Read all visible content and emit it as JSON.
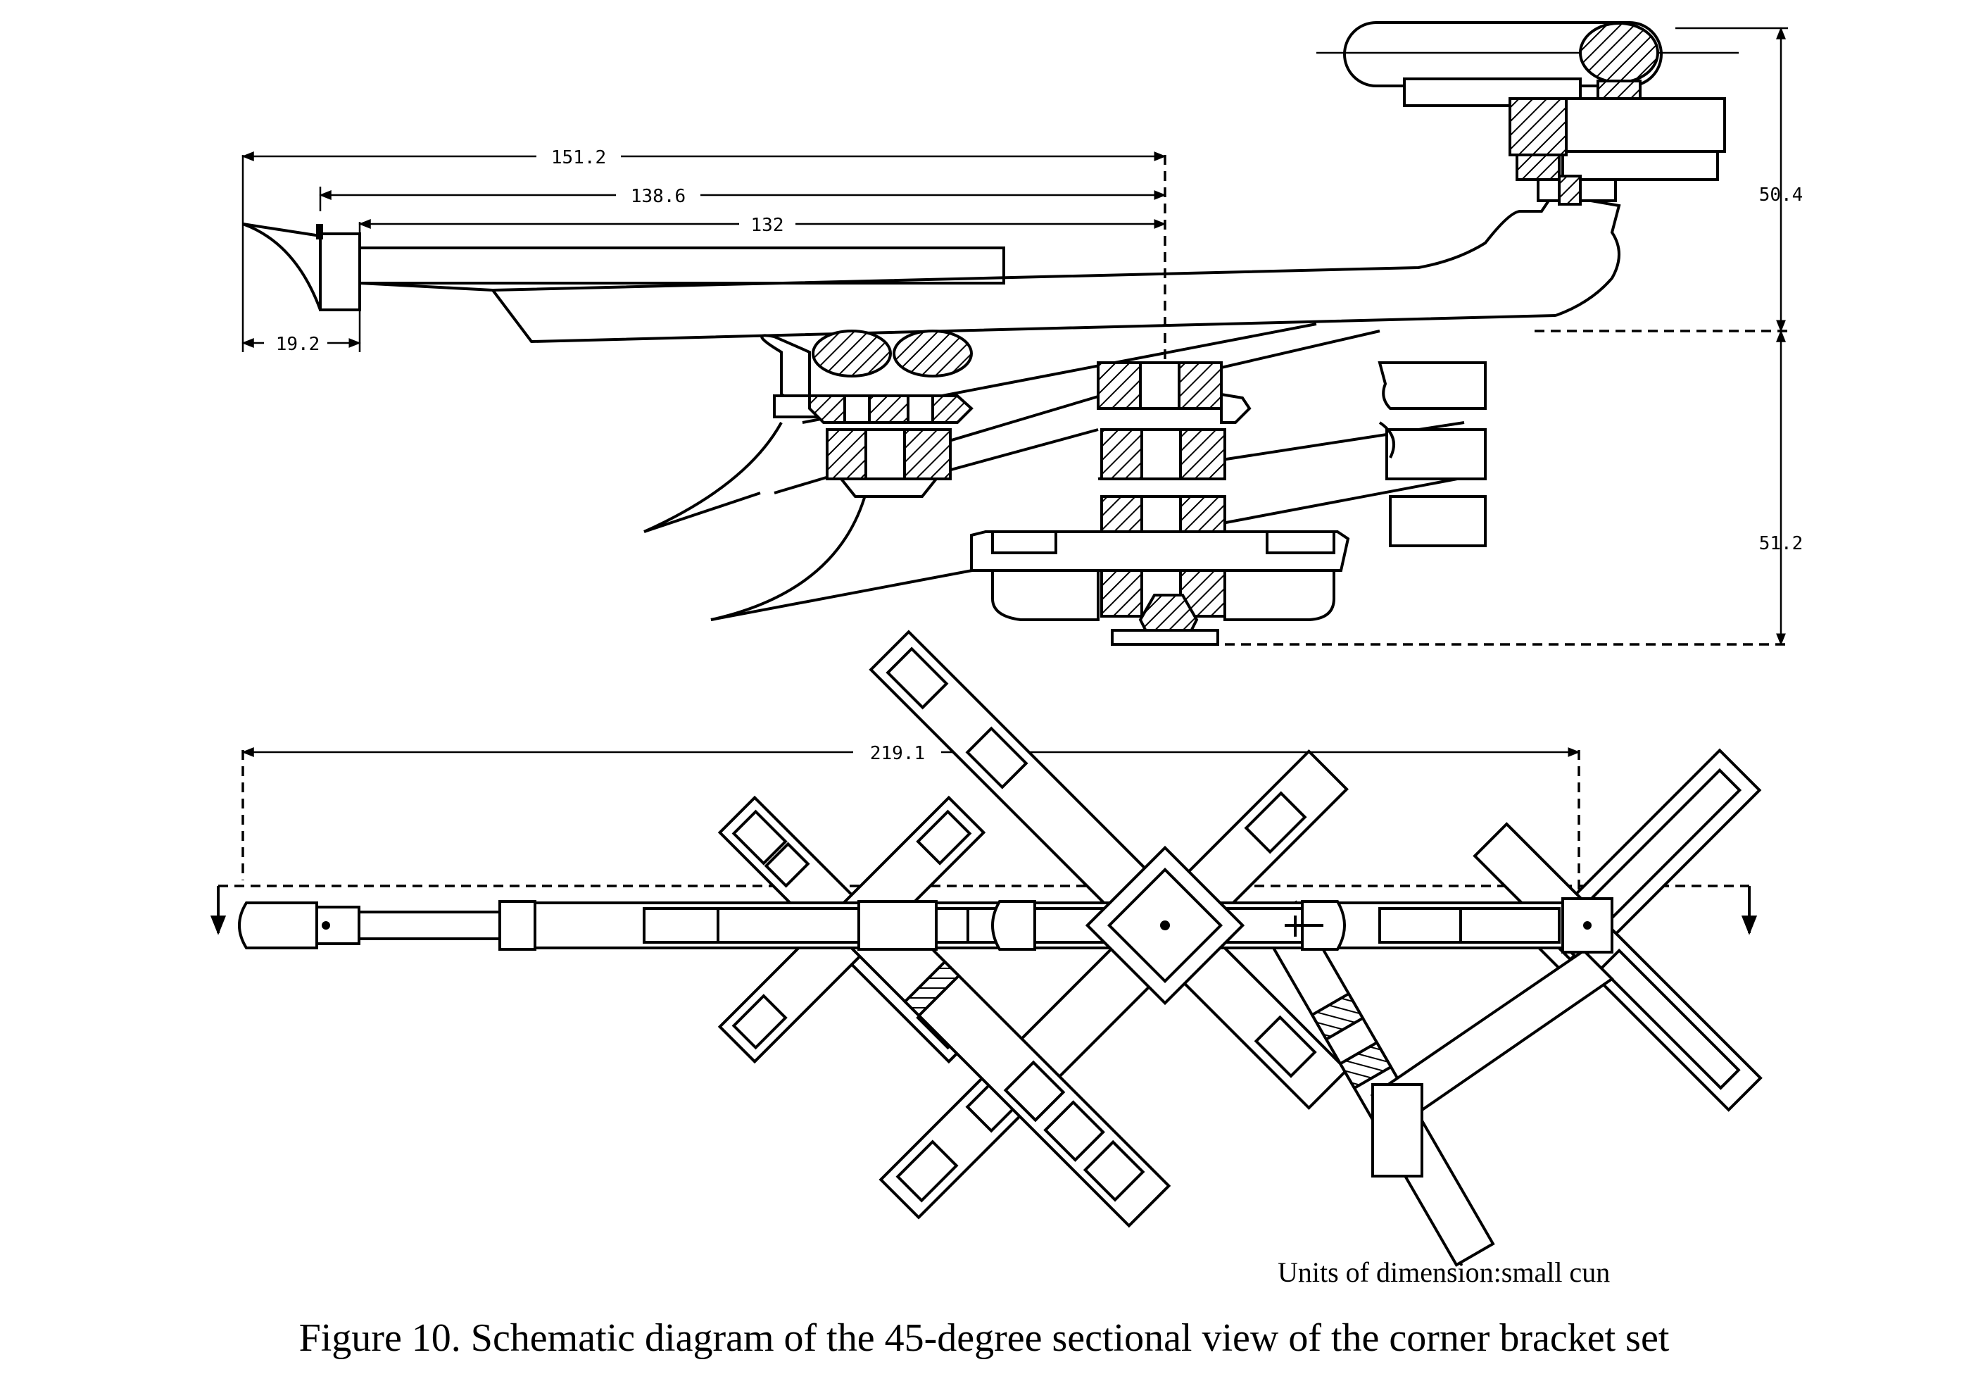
{
  "dimensions": {
    "d151": "151.2",
    "d138": "138.6",
    "d132": "132",
    "d19": "19.2",
    "d50": "50.4",
    "d51": "51.2",
    "d219": "219.1"
  },
  "units_note": "Units of dimension:small cun",
  "caption": "Figure 10. Schematic diagram of the 45-degree sectional view of the corner bracket set"
}
